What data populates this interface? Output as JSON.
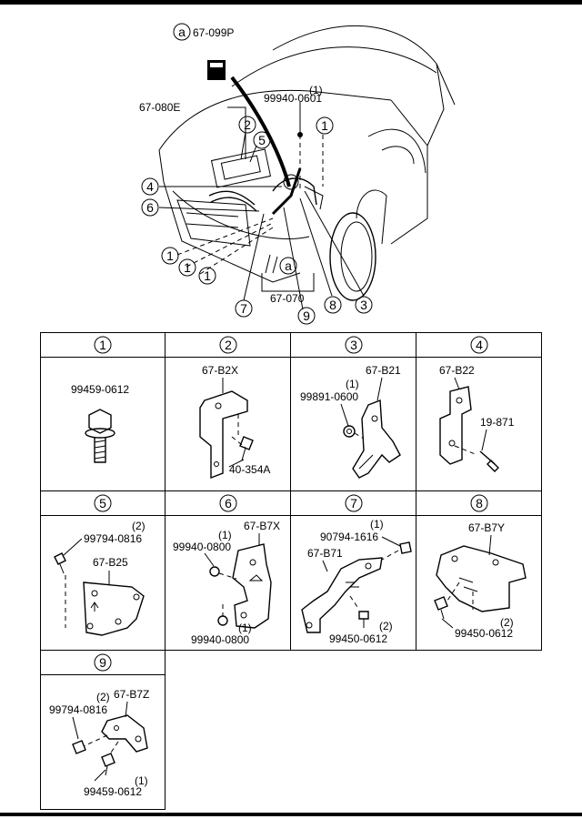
{
  "overview": {
    "a_marker": "a",
    "part_a_top": "67-099P",
    "part_080e": "67-080E",
    "part_99940": "99940-0601",
    "qty_99940": "(1)",
    "part_070": "67-070",
    "callouts": {
      "c1": "1",
      "c2": "2",
      "c3": "3",
      "c4": "4",
      "c5": "5",
      "c6": "6",
      "c7": "7",
      "c8": "8",
      "c9": "9"
    }
  },
  "table": {
    "headers": [
      "1",
      "2",
      "3",
      "4",
      "5",
      "6",
      "7",
      "8",
      "9"
    ],
    "cells": {
      "c1": {
        "parts": [
          "99459-0612"
        ]
      },
      "c2": {
        "parts": [
          "67-B2X",
          "40-354A"
        ]
      },
      "c3": {
        "parts": [
          "67-B21",
          "99891-0600"
        ],
        "qty": [
          "(1)"
        ]
      },
      "c4": {
        "parts": [
          "67-B22",
          "19-871"
        ]
      },
      "c5": {
        "parts": [
          "99794-0816",
          "67-B25"
        ],
        "qty": [
          "(2)"
        ]
      },
      "c6": {
        "parts": [
          "67-B7X",
          "99940-0800",
          "99940-0800"
        ],
        "qty": [
          "(1)",
          "(1)"
        ]
      },
      "c7": {
        "parts": [
          "90794-1616",
          "67-B71",
          "99450-0612"
        ],
        "qty": [
          "(1)",
          "(2)"
        ]
      },
      "c8": {
        "parts": [
          "67-B7Y",
          "99450-0612"
        ],
        "qty": [
          "(2)"
        ]
      },
      "c9": {
        "parts": [
          "67-B7Z",
          "99794-0816",
          "99459-0612"
        ],
        "qty": [
          "(2)",
          "(1)"
        ]
      }
    }
  }
}
